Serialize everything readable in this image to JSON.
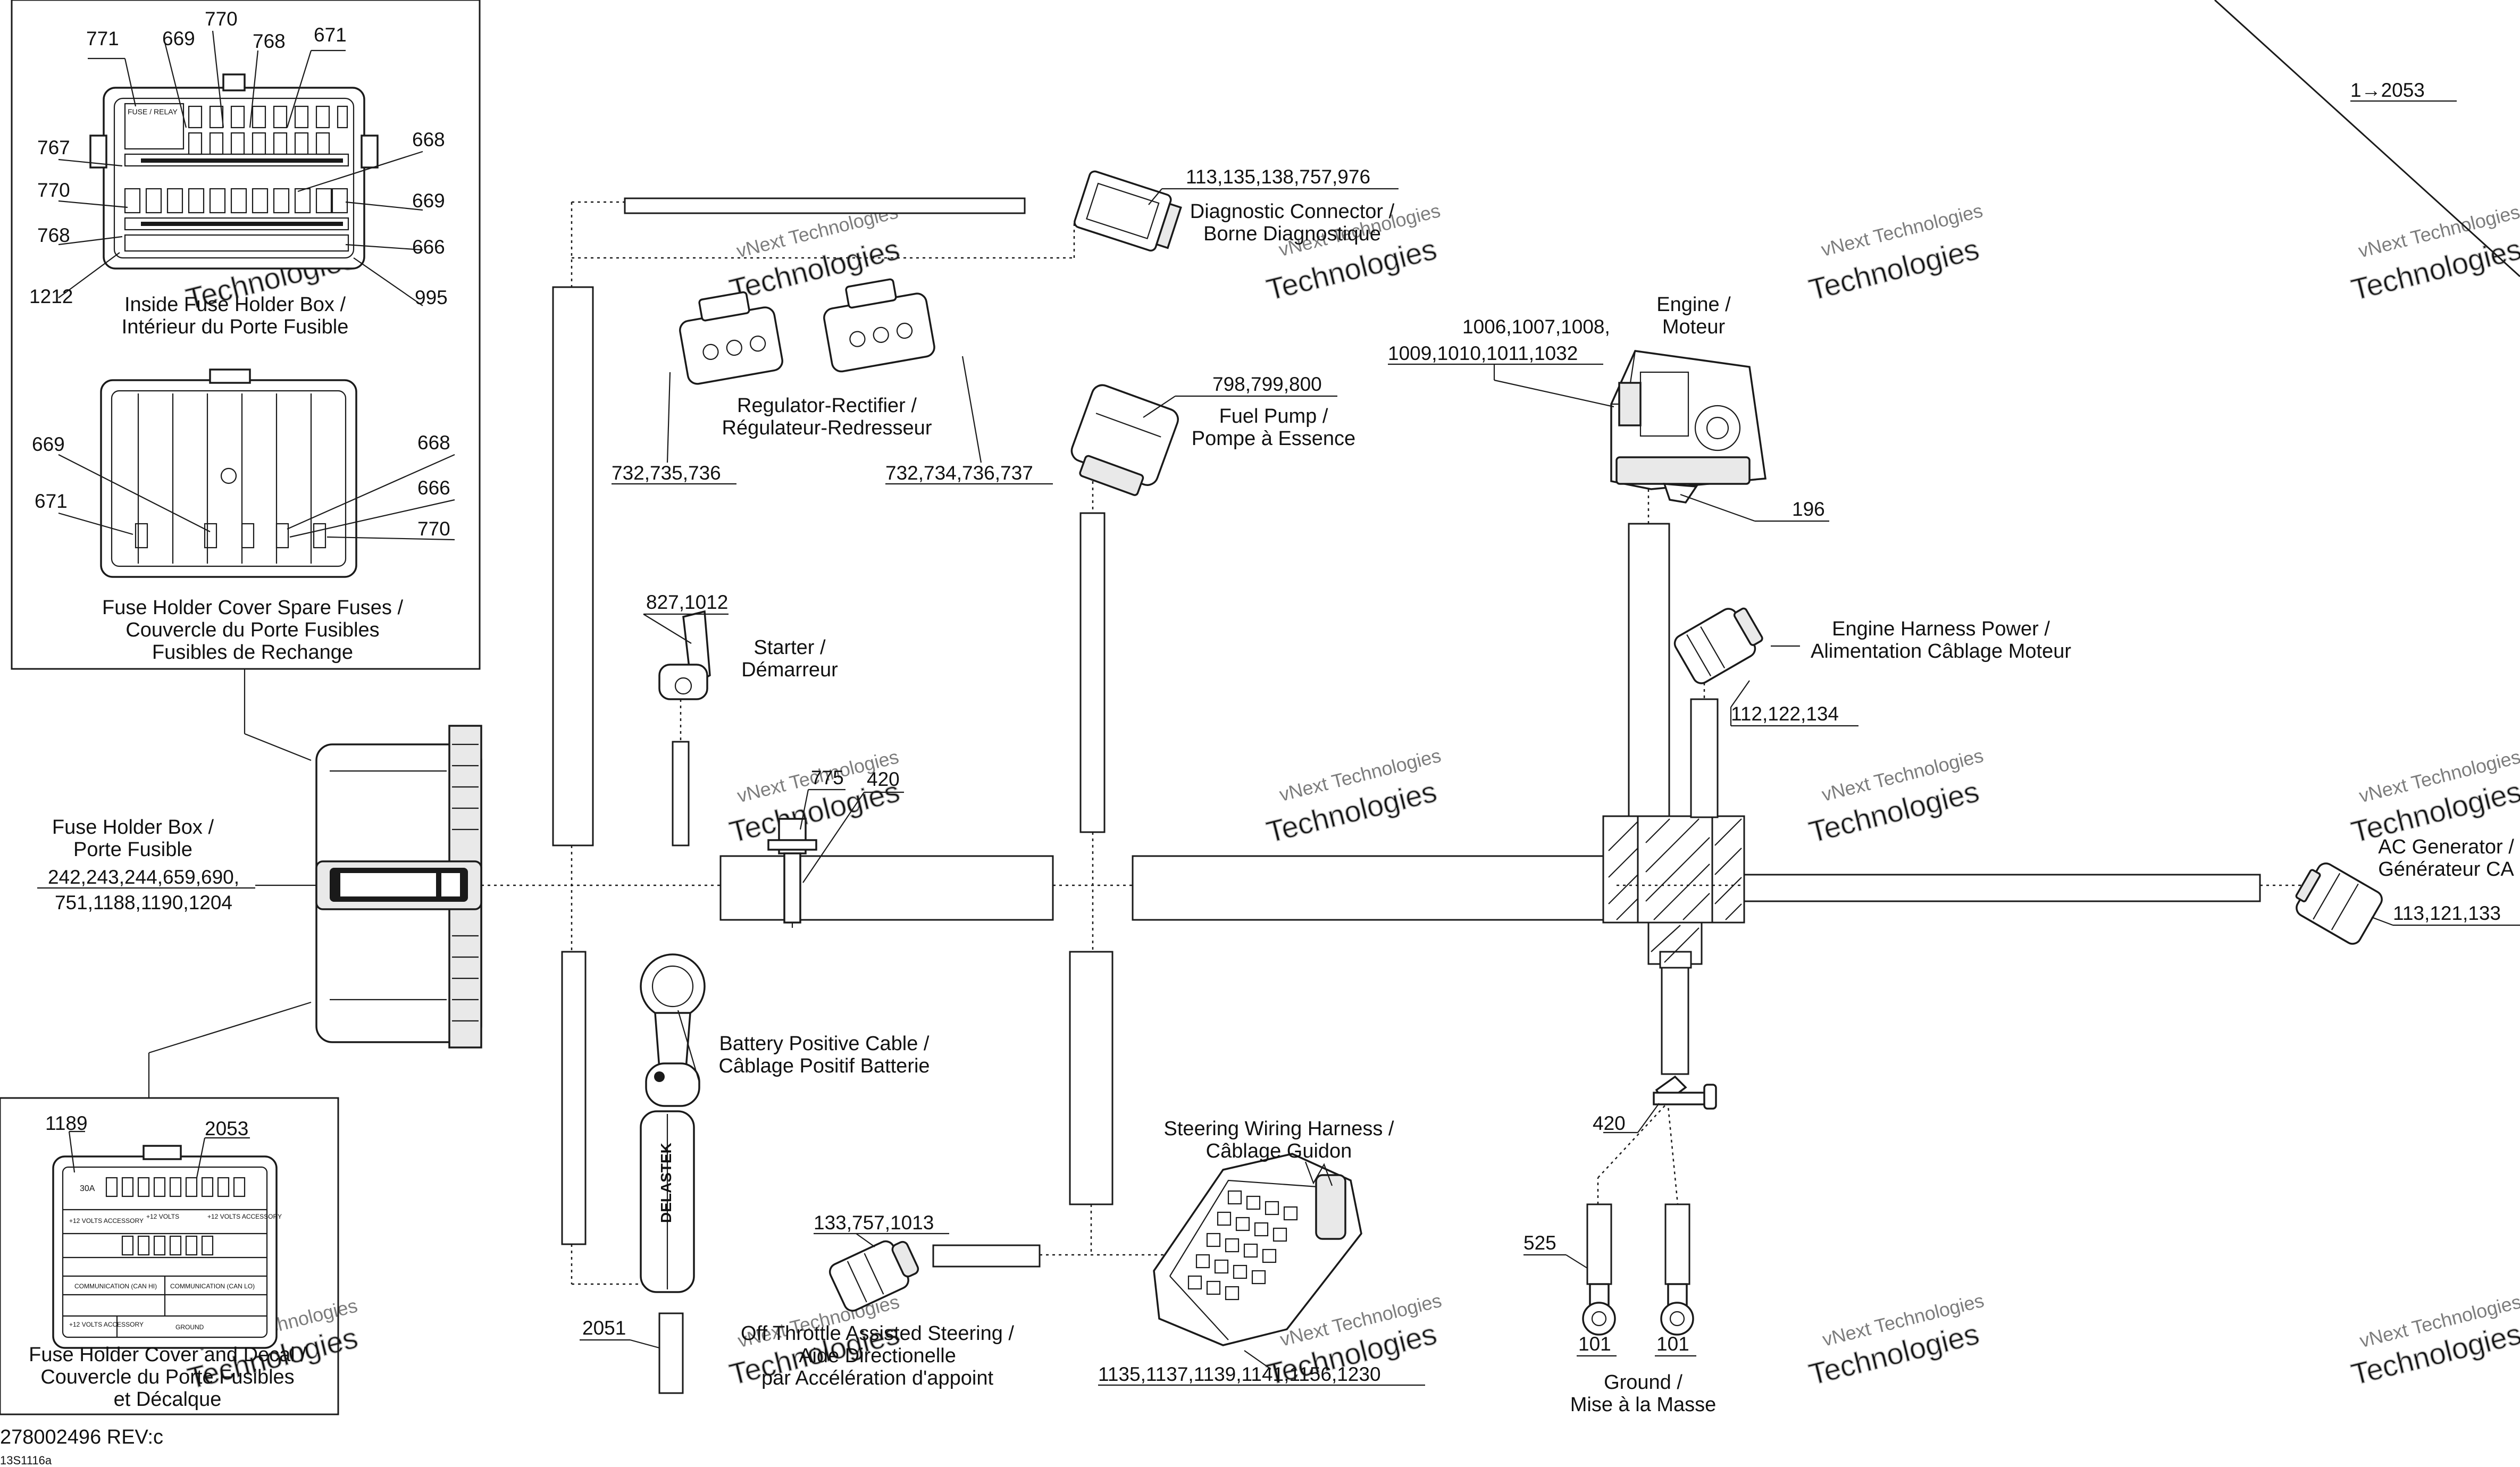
{
  "diagram": {
    "doc_number": "278002496 REV:c",
    "drawing_id": "13S1116a",
    "watermark": {
      "line1": "vNext Technologies",
      "line2": "Technologies"
    },
    "callouts": {
      "c771": "771",
      "c669a": "669",
      "c770a": "770",
      "c768a": "768",
      "c671a": "671",
      "c767": "767",
      "c668a": "668",
      "c770b": "770",
      "c669b": "669",
      "c768b": "768",
      "c666a": "666",
      "c1212": "1212",
      "c995": "995",
      "c669c": "669",
      "c668b": "668",
      "c671b": "671",
      "c666b": "666",
      "c770c": "770",
      "c1189": "1189",
      "c2053a": "2053",
      "c113_976": "113,135,138,757,976",
      "c732_736a": "732,735,736",
      "c732_737": "732,734,736,737",
      "c798_800": "798,799,800",
      "c1006_1008": "1006,1007,1008,",
      "c1009_1032": "1009,1010,1011,1032",
      "c196": "196",
      "c112_134": "112,122,134",
      "c1to2053": "1→2053",
      "c827_1012": "827,1012",
      "c775": "775",
      "c420a": "420",
      "c242_690": "242,243,244,659,690,",
      "c751_1204": "751,1188,1190,1204",
      "c113_133": "113,121,133",
      "c420b": "420",
      "c525": "525",
      "c101a": "101",
      "c101b": "101",
      "c133_1013": "133,757,1013",
      "c2051": "2051",
      "c1135_1230": "1135,1137,1139,1141,1156,1230"
    },
    "labels": {
      "inside_fuse_en": "Inside Fuse Holder Box /",
      "inside_fuse_fr": "Intérieur du Porte Fusible",
      "spare_en": "Fuse Holder Cover Spare Fuses /",
      "spare_fr1": "Couvercle du Porte Fusibles",
      "spare_fr2": "Fusibles de Rechange",
      "fuse_box_en": "Fuse Holder Box /",
      "fuse_box_fr": "Porte Fusible",
      "decal_en": "Fuse Holder Cover and Decal /",
      "decal_fr1": "Couvercle du Porte Fusibles",
      "decal_fr2": "et Décalque",
      "diag_en": "Diagnostic Connector /",
      "diag_fr": "Borne Diagnostique",
      "reg_en": "Regulator-Rectifier /",
      "reg_fr": "Régulateur-Redresseur",
      "fuel_en": "Fuel Pump /",
      "fuel_fr": "Pompe à Essence",
      "engine_en": "Engine /",
      "engine_fr": "Moteur",
      "ehp_en": "Engine Harness Power /",
      "ehp_fr": "Alimentation Câblage Moteur",
      "starter_en": "Starter /",
      "starter_fr": "Démarreur",
      "acgen_en": "AC Generator /",
      "acgen_fr": "Générateur  CA",
      "battery_en": "Battery Positive Cable /",
      "battery_fr": "Câblage Positif Batterie",
      "steering_en": "Steering Wiring Harness /",
      "steering_fr": "Câblage Guidon",
      "otas_en": "Off Throttle Assisted Steering /",
      "otas_fr1": "Aide Directionelle",
      "otas_fr2": "par Accélération d'appoint",
      "ground_en": "Ground /",
      "ground_fr": "Mise à la Masse"
    },
    "decal": {
      "fuse_30a": "30A",
      "volts_acc1": "+12 VOLTS ACCESSORY",
      "volts_12": "+12 VOLTS",
      "volts_acc2": "+12 VOLTS ACCESSORY",
      "comm1": "COMMUNICATION (CAN HI)",
      "comm2": "COMMUNICATION (CAN LO)",
      "volts_acc3": "+12 VOLTS ACCESSORY",
      "ground": "GROUND"
    },
    "fuse_panel": {
      "fuse_head": "FUSE / RELAY"
    },
    "cable_brand": "DELASTEK"
  }
}
